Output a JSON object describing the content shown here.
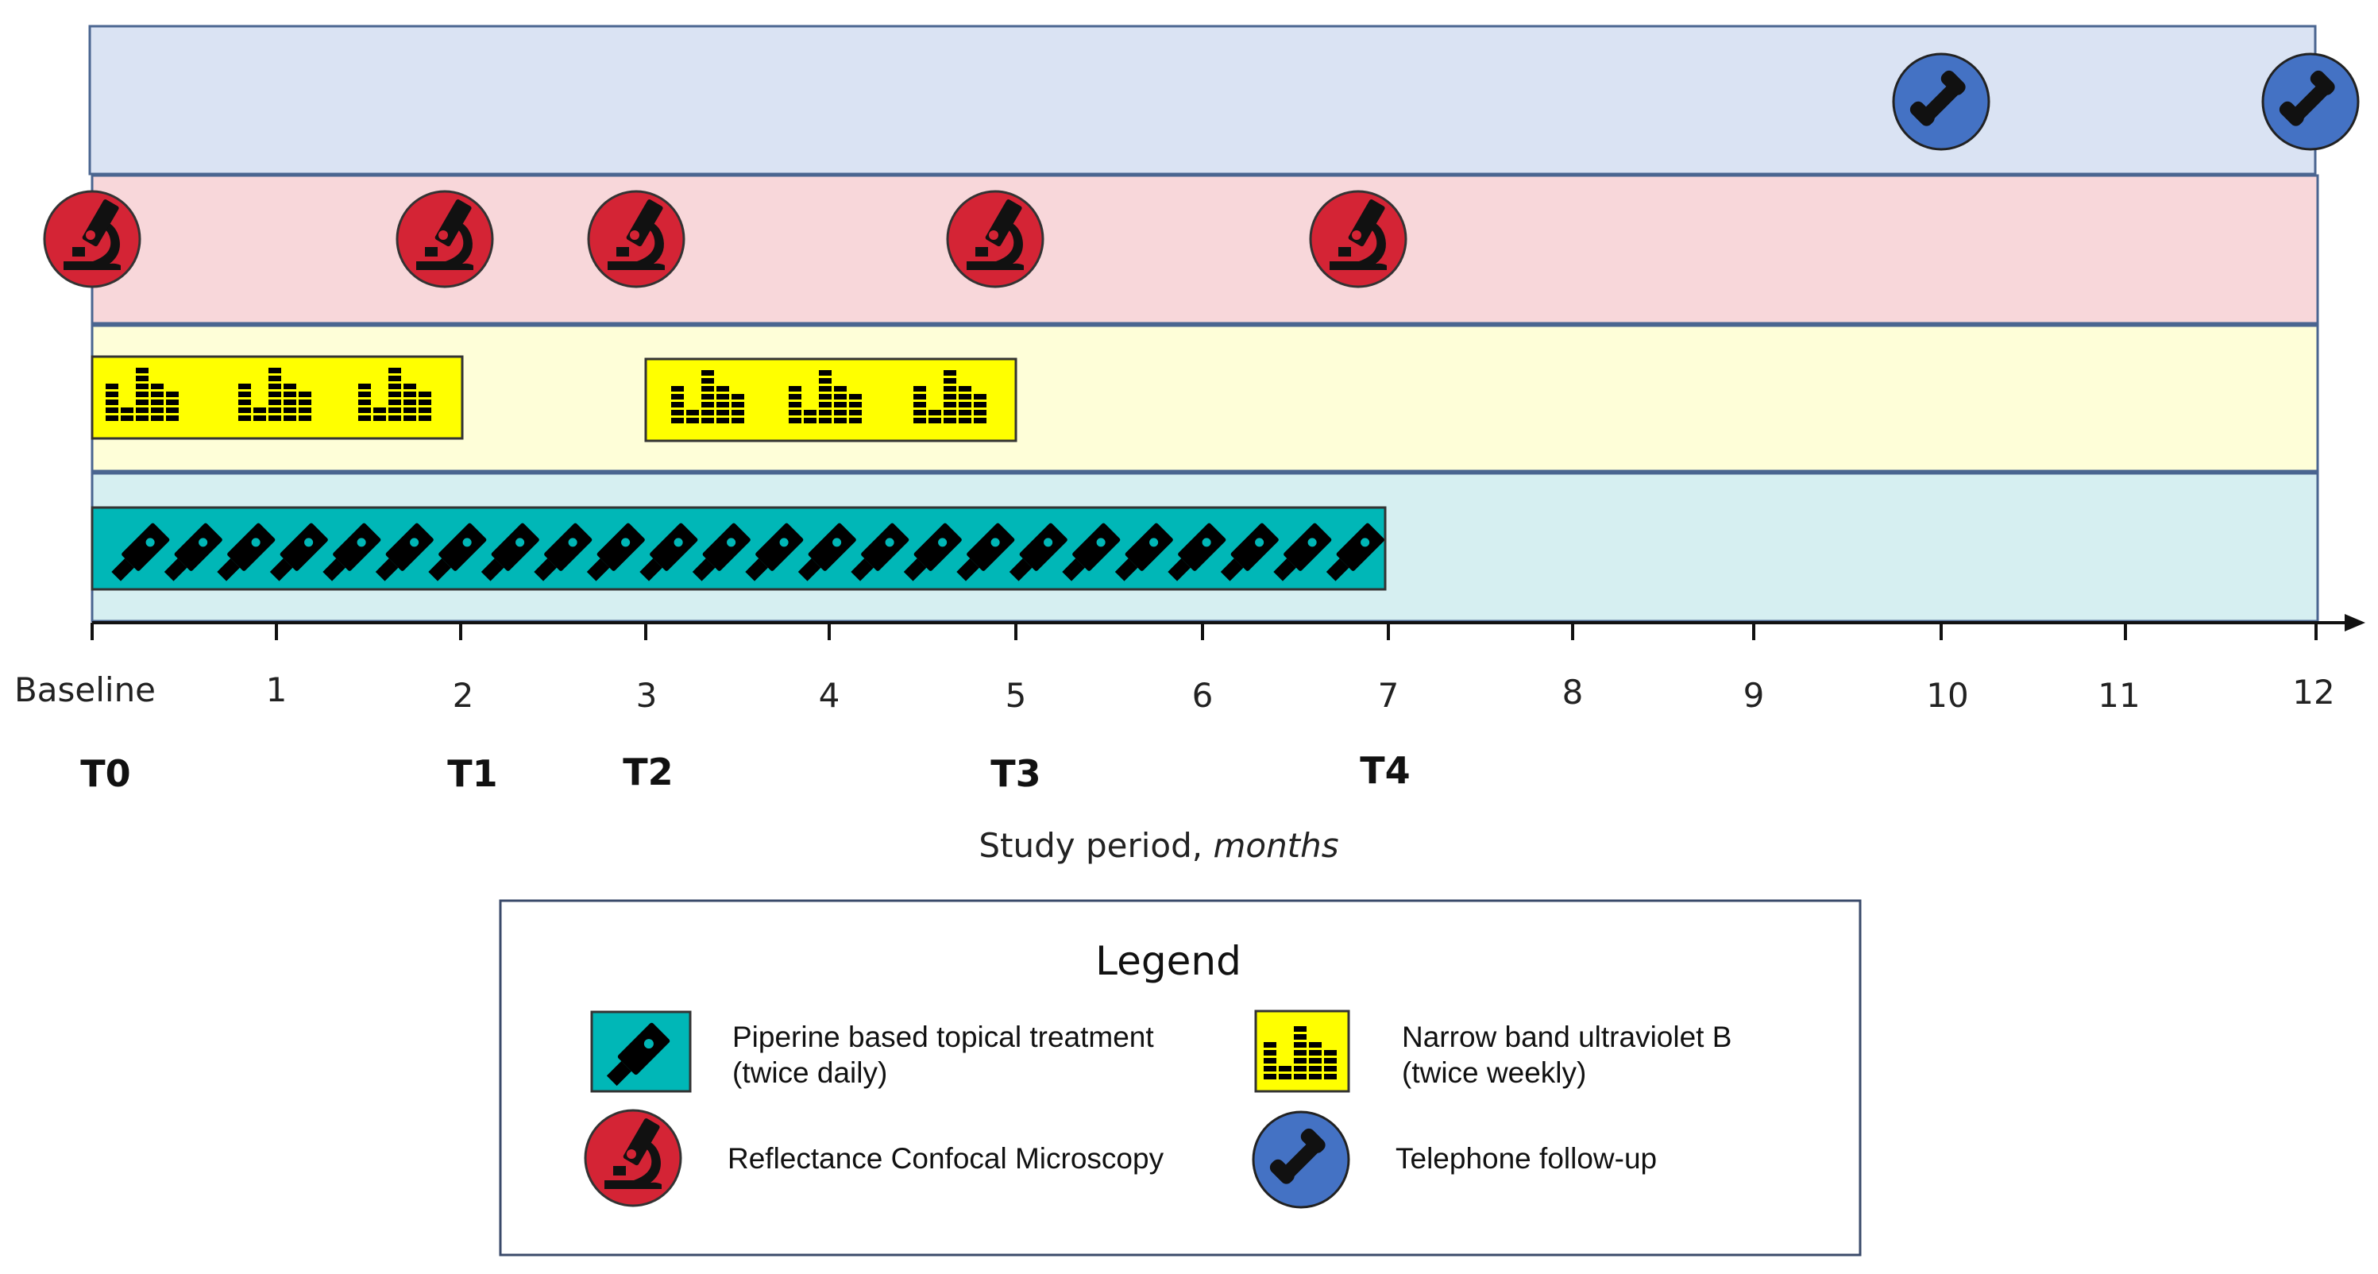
{
  "axis": {
    "tick_labels": [
      "Baseline",
      "1",
      "2",
      "3",
      "4",
      "5",
      "6",
      "7",
      "8",
      "9",
      "10",
      "11",
      "12"
    ],
    "title": "Study period, ",
    "title_unit": "months"
  },
  "timepoints": [
    {
      "label": "T0",
      "month": 0
    },
    {
      "label": "T1",
      "month": 2
    },
    {
      "label": "T2",
      "month": 3
    },
    {
      "label": "T3",
      "month": 5
    },
    {
      "label": "T4",
      "month": 7
    }
  ],
  "lanes": [
    {
      "id": "telephone",
      "color": "#dae3f3",
      "events_months": [
        10,
        12
      ]
    },
    {
      "id": "rcm",
      "color": "#f8d7da",
      "events_months": [
        0,
        2,
        3,
        5,
        7
      ]
    },
    {
      "id": "nbuvb",
      "color": "#fefed8",
      "periods_months": [
        [
          0,
          2
        ],
        [
          3,
          5
        ]
      ]
    },
    {
      "id": "piperine",
      "color": "#d6eff1",
      "periods_months": [
        [
          0,
          7
        ]
      ]
    }
  ],
  "colors": {
    "telephone_icon": "#4472c4",
    "microscope_icon": "#d42435",
    "nbuvb_box": "#ffff00",
    "piperine_box": "#00b7b7"
  },
  "legend": {
    "title": "Legend",
    "items": {
      "piperine": {
        "line1": "Piperine based topical treatment",
        "line2": "(twice daily)",
        "icon": "topical-tube-icon"
      },
      "nbuvb": {
        "line1": "Narrow band ultraviolet B",
        "line2": "(twice weekly)",
        "icon": "uvb-equalizer-icon"
      },
      "rcm": {
        "line1": "Reflectance Confocal Microscopy",
        "icon": "microscope-icon"
      },
      "telephone": {
        "line1": "Telephone follow-up",
        "icon": "telephone-icon"
      }
    }
  }
}
